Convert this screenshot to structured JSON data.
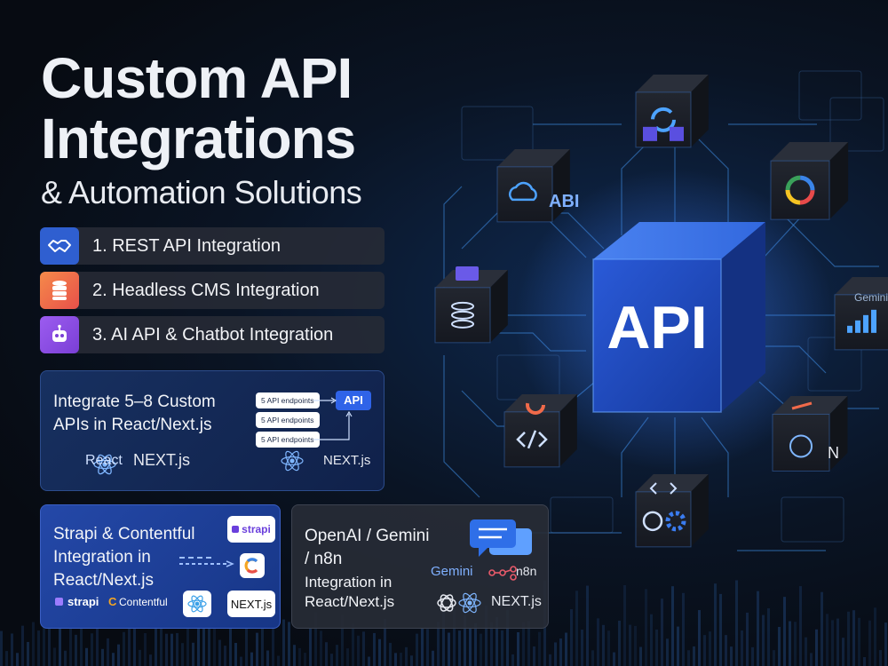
{
  "header": {
    "title_line1": "Custom API",
    "title_line2": "Integrations",
    "subtitle": "& Automation Solutions"
  },
  "services": [
    {
      "label": "1. REST API Integration",
      "icon": "handshake-icon",
      "color": "#2f5fd0"
    },
    {
      "label": "2. Headless CMS Integration",
      "icon": "database-icon",
      "color": "#f06a4a"
    },
    {
      "label": "3. AI API & Chatbot Integration",
      "icon": "robot-icon",
      "color": "#8b4fe0"
    }
  ],
  "card_react": {
    "title_line1": "Integrate 5–8 Custom",
    "title_line2": "APIs in React/Next.js",
    "endpoints": [
      "5 API endpoints",
      "5 API endpoints",
      "5 API endpoints"
    ],
    "api_box": "API",
    "react": "React",
    "next": "NEXT.js",
    "next_small": "NEXT.js"
  },
  "card_strapi": {
    "title_line1": "Strapi & Contentful",
    "title_line2": "Integration in",
    "title_line3": "React/Next.js",
    "strapi_box": "strapi",
    "strapi_logo": "strapi",
    "contentful_logo": "Contentful",
    "next_box": "NEXT.js"
  },
  "card_ai": {
    "title_line1": "OpenAI / Gemini",
    "title_line2": "/ n8n",
    "title_line3": "Integration in",
    "title_line4": "React/Next.js",
    "gemini": "Gemini",
    "n8n": "n8n",
    "next": "NEXT.js"
  },
  "hub": {
    "label": "API",
    "cube_abi": "ABI",
    "cube_gemini": "Gemini",
    "cube_n": "N"
  },
  "colors": {
    "accent_blue": "#2f63e8",
    "glow": "#4da3ff",
    "orange": "#f06a4a",
    "purple": "#8b4fe0"
  }
}
